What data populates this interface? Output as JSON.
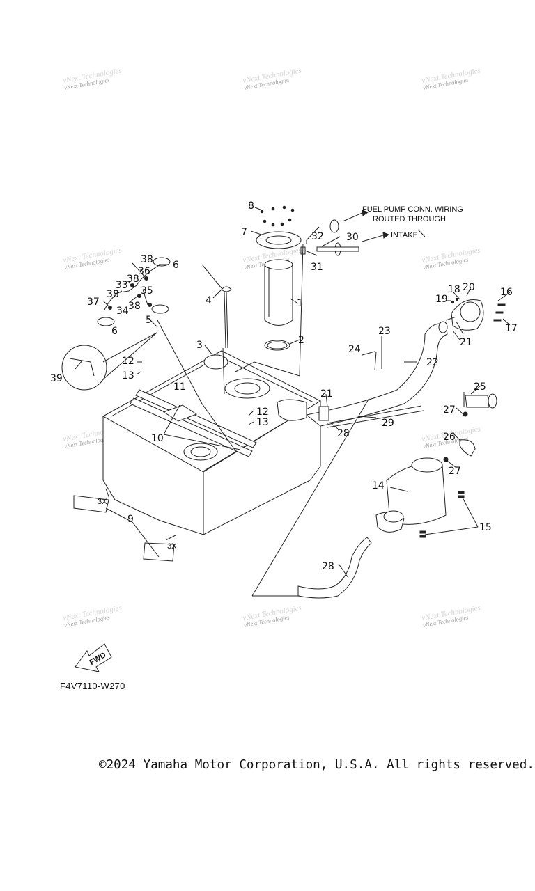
{
  "watermark": "vNext Technologies",
  "notes": {
    "wiring_line1": "FUEL PUMP CONN. WIRING",
    "wiring_line2": "ROUTED THROUGH",
    "intake": "INTAKE",
    "qty_a": "3X",
    "qty_b": "3X",
    "fwd": "FWD"
  },
  "callouts": {
    "c1": "1",
    "c2": "2",
    "c3": "3",
    "c4": "4",
    "c5": "5",
    "c6a": "6",
    "c6b": "6",
    "c7": "7",
    "c8": "8",
    "c9": "9",
    "c10": "10",
    "c11": "11",
    "c12a": "12",
    "c12b": "12",
    "c13a": "13",
    "c13b": "13",
    "c14": "14",
    "c15": "15",
    "c16": "16",
    "c17": "17",
    "c18": "18",
    "c19": "19",
    "c20": "20",
    "c21a": "21",
    "c21b": "21",
    "c22": "22",
    "c23": "23",
    "c24": "24",
    "c25": "25",
    "c26": "26",
    "c27a": "27",
    "c27b": "27",
    "c28a": "28",
    "c28b": "28",
    "c29": "29",
    "c30": "30",
    "c31": "31",
    "c32": "32",
    "c33": "33",
    "c34": "34",
    "c35": "35",
    "c36": "36",
    "c37": "37",
    "c38a": "38",
    "c38b": "38",
    "c38c": "38",
    "c38d": "38",
    "c39": "39"
  },
  "diagram_code": "F4V7110-W270",
  "copyright": "©2024 Yamaha Motor Corporation, U.S.A. All rights reserved."
}
